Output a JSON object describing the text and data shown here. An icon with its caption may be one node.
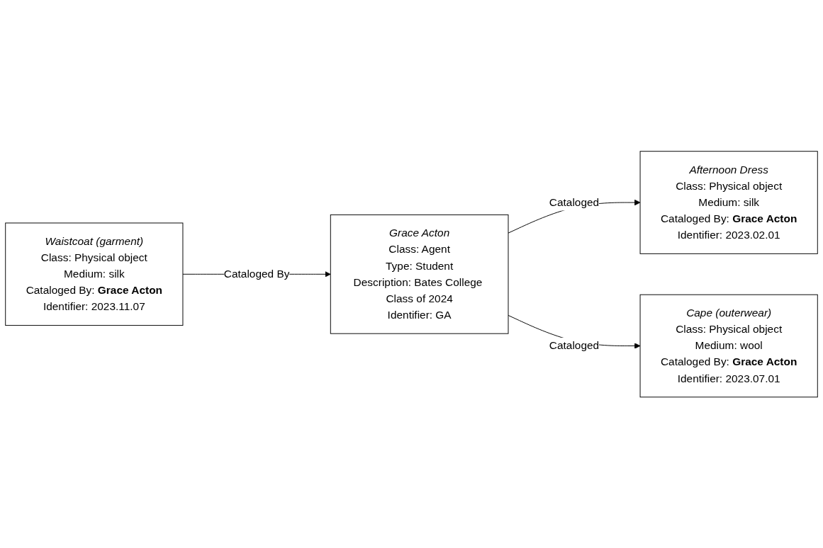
{
  "diagram": {
    "nodes": [
      {
        "text": [
          "Waistcoat (garment)",
          "Class: Physical object",
          "Medium: silk",
          "Cataloged By: **Grace Acton**",
          "Identifier: 2023.11.07"
        ]
      },
      {
        "text": [
          "Grace Acton",
          "Class: Agent",
          "Type: Student",
          "Description: Bates College Class of 2024",
          "Identifier: GA"
        ]
      },
      {
        "text": [
          "Afternoon Dress",
          "Class: Physical object",
          "Medium: silk",
          "Cataloged By: **Grace Acton**",
          "Identifier: 2023.02.01"
        ]
      },
      {
        "text": [
          "Cape (outerwear)",
          "Class: Physical object",
          "Medium: wool",
          "Cataloged By: **Grace Acton**",
          "Identifier: 2023.07.01"
        ]
      }
    ],
    "edges": [
      {
        "from": 0,
        "to": 1,
        "arrow": "to",
        "label": "Cataloged By"
      },
      {
        "from": 1,
        "to": 2,
        "arrow": "to",
        "label": "Cataloged"
      },
      {
        "from": 1,
        "to": 3,
        "arrow": "to",
        "label": "Cataloged"
      }
    ]
  }
}
